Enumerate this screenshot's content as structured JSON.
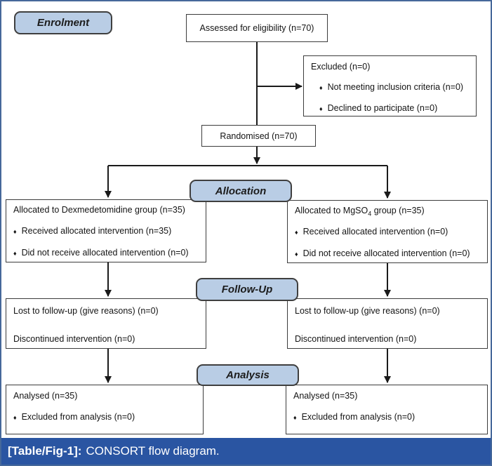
{
  "colors": {
    "label_fill": "#b9cde5",
    "label_border": "#3f3f3f",
    "caption_bg": "#2a55a2",
    "frame_border": "#46689a",
    "line_color": "#1a1a1a"
  },
  "bullet_glyph": "♦",
  "stages": {
    "enrolment": "Enrolment",
    "allocation": "Allocation",
    "followup": "Follow-Up",
    "analysis": "Analysis"
  },
  "boxes": {
    "assessed": {
      "text": "Assessed for eligibility (n=70)"
    },
    "excluded": {
      "title": "Excluded (n=0)",
      "items": [
        "Not meeting inclusion criteria (n=0)",
        "Declined to participate (n=0)"
      ]
    },
    "randomised": {
      "text": "Randomised (n=70)"
    },
    "alloc_left": {
      "title": "Allocated to Dexmedetomidine group (n=35)",
      "items": [
        "Received allocated intervention (n=35)",
        "Did not receive allocated intervention (n=0)"
      ]
    },
    "alloc_right": {
      "title_pre": "Allocated to MgSO",
      "title_sub": "4",
      "title_post": " group (n=35)",
      "items": [
        "Received allocated intervention (n=0)",
        "Did not receive allocated intervention (n=0)"
      ]
    },
    "followup_left": {
      "lines": [
        "Lost to follow-up (give reasons) (n=0)",
        "Discontinued intervention (n=0)"
      ]
    },
    "followup_right": {
      "lines": [
        "Lost to follow-up (give reasons) (n=0)",
        "Discontinued intervention (n=0)"
      ]
    },
    "analysis_left": {
      "title": "Analysed (n=35)",
      "items": [
        "Excluded from analysis (n=0)"
      ]
    },
    "analysis_right": {
      "title": "Analysed (n=35)",
      "items": [
        "Excluded from analysis (n=0)"
      ]
    }
  },
  "caption": {
    "label": "[Table/Fig-1]:",
    "text": "CONSORT flow diagram."
  }
}
